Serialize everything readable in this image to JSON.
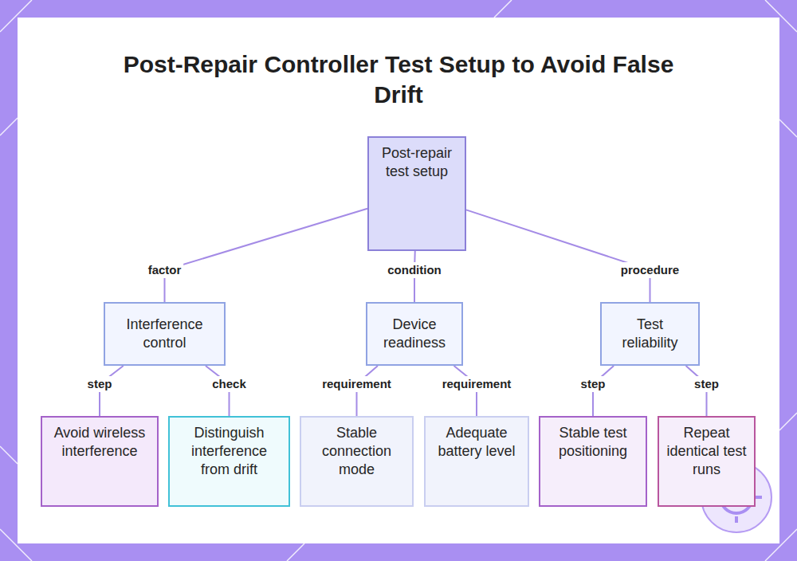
{
  "diagram": {
    "title": "Post-Repair Controller Test Setup to Avoid False Drift",
    "nodes": [
      {
        "text": [
          "Post-repair test setup"
        ]
      },
      {
        "text": [
          "Interference control"
        ]
      },
      {
        "text": [
          "Device readiness"
        ]
      },
      {
        "text": [
          "Test reliability"
        ]
      },
      {
        "text": [
          "Avoid wireless interference"
        ]
      },
      {
        "text": [
          "Distinguish interference from drift"
        ]
      },
      {
        "text": [
          "Stable connection mode"
        ]
      },
      {
        "text": [
          "Adequate battery level"
        ]
      },
      {
        "text": [
          "Stable test positioning"
        ]
      },
      {
        "text": [
          "Repeat identical test runs"
        ]
      }
    ],
    "edges": [
      {
        "from": 0,
        "to": 1,
        "label": "factor",
        "arrow": "none"
      },
      {
        "from": 0,
        "to": 2,
        "label": "condition",
        "arrow": "none"
      },
      {
        "from": 0,
        "to": 3,
        "label": "procedure",
        "arrow": "none"
      },
      {
        "from": 1,
        "to": 4,
        "label": "step",
        "arrow": "none"
      },
      {
        "from": 1,
        "to": 5,
        "label": "check",
        "arrow": "none"
      },
      {
        "from": 2,
        "to": 6,
        "label": "requirement",
        "arrow": "none"
      },
      {
        "from": 2,
        "to": 7,
        "label": "requirement",
        "arrow": "none"
      },
      {
        "from": 3,
        "to": 8,
        "label": "step",
        "arrow": "none"
      },
      {
        "from": 3,
        "to": 9,
        "label": "step",
        "arrow": "none"
      }
    ]
  }
}
